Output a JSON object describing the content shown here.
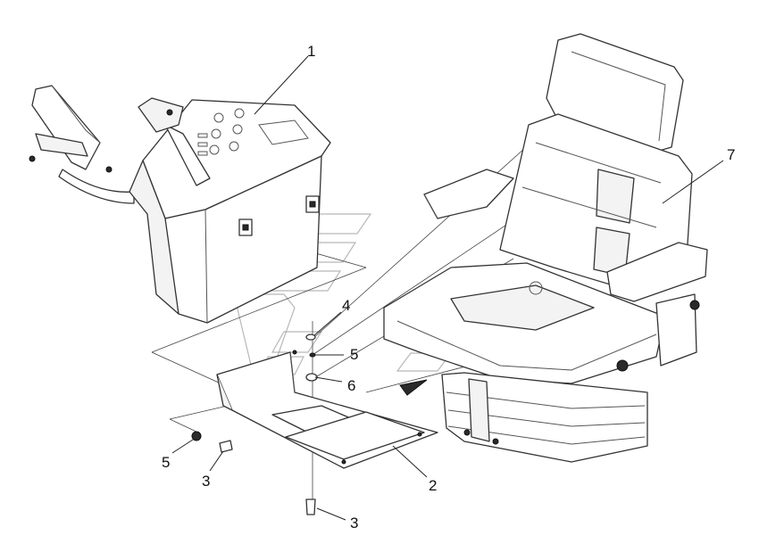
{
  "callouts": [
    {
      "id": "c1",
      "label": "1"
    },
    {
      "id": "c2",
      "label": "2"
    },
    {
      "id": "c3a",
      "label": "3"
    },
    {
      "id": "c3b",
      "label": "3"
    },
    {
      "id": "c4",
      "label": "4"
    },
    {
      "id": "c5a",
      "label": "5"
    },
    {
      "id": "c5b",
      "label": "5"
    },
    {
      "id": "c6",
      "label": "6"
    },
    {
      "id": "c7",
      "label": "7"
    }
  ],
  "colors": {
    "line": "#333333",
    "background": "#ffffff",
    "watermark": "#9a9a9a"
  }
}
